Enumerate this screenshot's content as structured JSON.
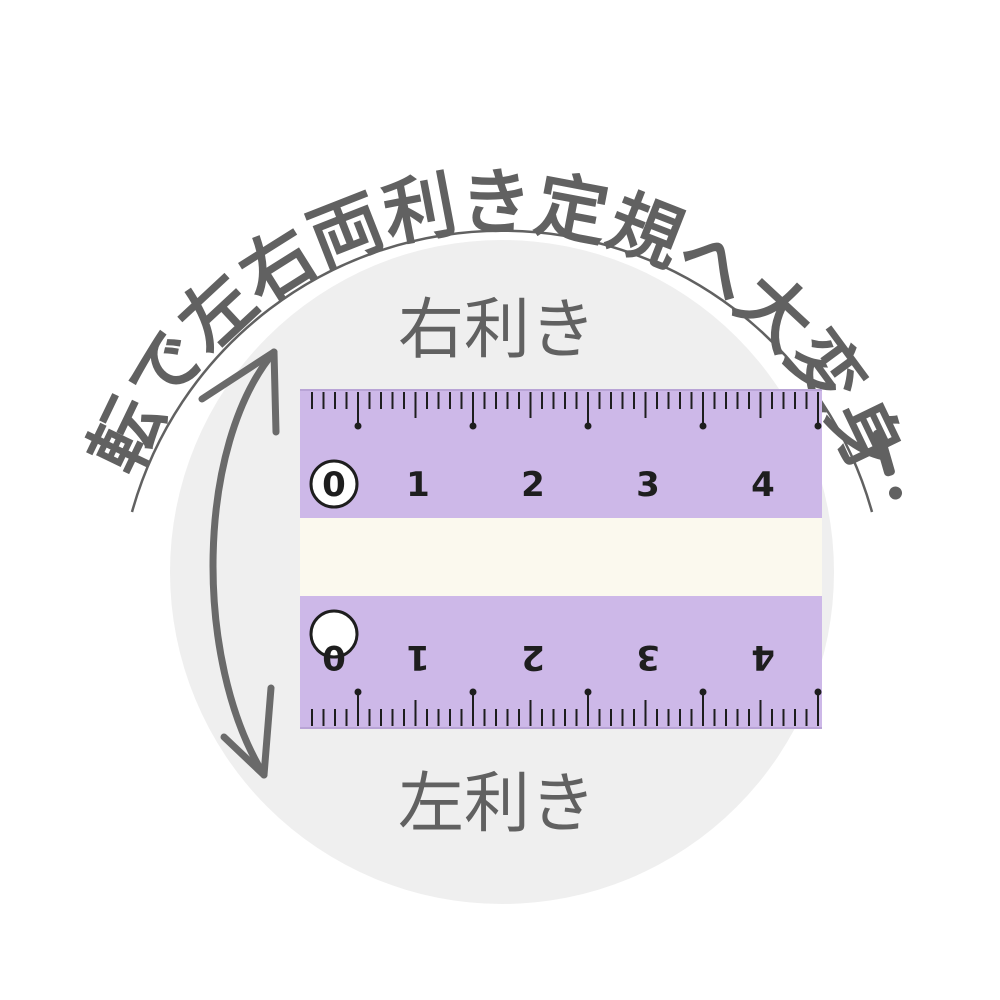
{
  "headline": "回転で左右両利き定規へ大変身！",
  "label_top": "右利き",
  "label_bottom": "左利き",
  "ruler": {
    "numbers": [
      "0",
      "1",
      "2",
      "3",
      "4"
    ],
    "colors": {
      "body": "#cdb8e8",
      "stripe": "#fbf9ee",
      "ink": "#1e1e1e"
    }
  },
  "colors": {
    "text": "#616161",
    "circle": "#efefef",
    "arrow": "#6a6a6a"
  }
}
